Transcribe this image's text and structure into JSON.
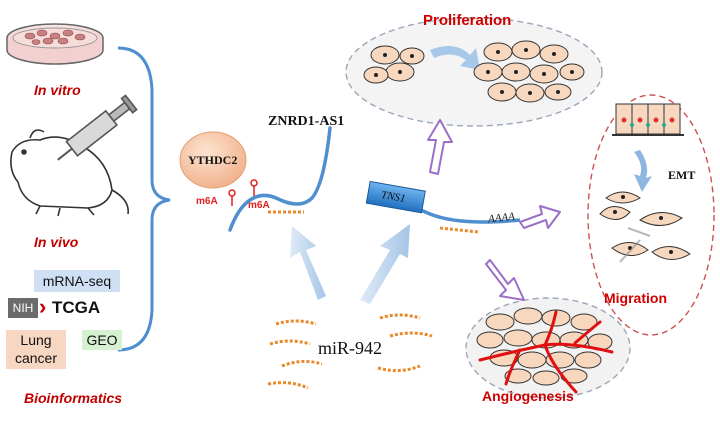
{
  "left": {
    "in_vitro": "In vitro",
    "in_vivo": "In vivo",
    "mrna_seq": "mRNA-seq",
    "nih": "NIH",
    "tcga": "TCGA",
    "lung": "Lung",
    "cancer": "cancer",
    "geo": "GEO",
    "bioinformatics": "Bioinformatics"
  },
  "center": {
    "ythdc2": "YTHDC2",
    "znrd1": "ZNRD1-AS1",
    "m6a_1": "m6A",
    "m6a_2": "m6A",
    "mir": "miR-942",
    "tns1": "TNS1",
    "polya": "AAAA"
  },
  "right": {
    "proliferation": "Proliferation",
    "emt": "EMT",
    "migration": "Migration",
    "angiogenesis": "Angiogenesis"
  },
  "colors": {
    "accent_red": "#c00000",
    "rna_blue": "#4f8fd0",
    "mir_orange": "#e88a2a",
    "arrow_purple": "#9b6fc7",
    "arrow_lightblue": "#c9dcf0"
  }
}
